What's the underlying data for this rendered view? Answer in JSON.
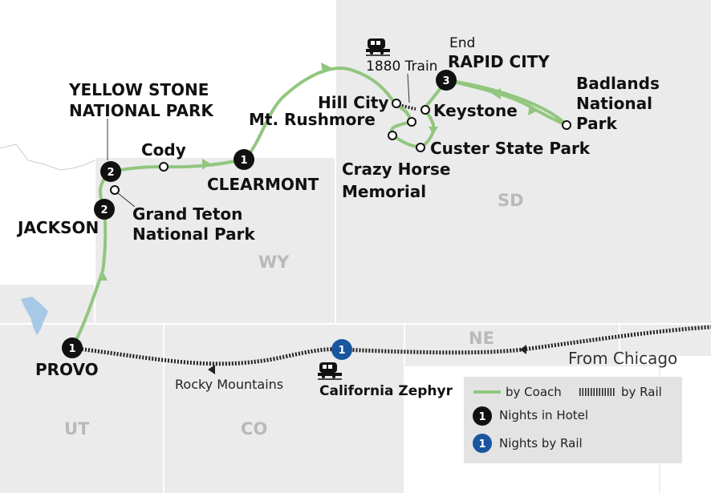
{
  "states": {
    "wy": "WY",
    "sd": "SD",
    "ne": "NE",
    "ut": "UT",
    "co": "CO"
  },
  "stops": {
    "yellowstone_line1": "YELLOW STONE",
    "yellowstone_line2": "NATIONAL PARK",
    "cody": "Cody",
    "clearmont": "CLEARMONT",
    "jackson": "JACKSON",
    "grand_teton_line1": "Grand Teton",
    "grand_teton_line2": "National Park",
    "provo": "PROVO",
    "mt_rushmore": "Mt. Rushmore",
    "hill_city": "Hill City",
    "keystone": "Keystone",
    "crazy_horse_line1": "Crazy Horse",
    "crazy_horse_line2": "Memorial",
    "custer": "Custer State Park",
    "end": "End",
    "rapid_city": "RAPID CITY",
    "badlands_line1": "Badlands",
    "badlands_line2": "National",
    "badlands_line3": "Park",
    "train_1880": "1880 Train"
  },
  "rail": {
    "rocky_mountains": "Rocky Mountains",
    "california_zephyr": "California Zephyr",
    "from_chicago": "From Chicago"
  },
  "nights": {
    "yellowstone": "2",
    "jackson": "2",
    "clearmont": "1",
    "provo": "1",
    "rapid_city": "3",
    "rail": "1"
  },
  "legend": {
    "coach": "by Coach",
    "rail": "by Rail",
    "hotel": "Nights in Hotel",
    "rail_nights": "Nights by Rail",
    "hotel_sample": "1",
    "rail_sample": "1"
  },
  "colors": {
    "coach_route": "#92c67f",
    "hotel_pin": "#111111",
    "rail_pin": "#1a56a0",
    "state_fill": "#ebebeb",
    "lake": "#a8c8e8"
  }
}
